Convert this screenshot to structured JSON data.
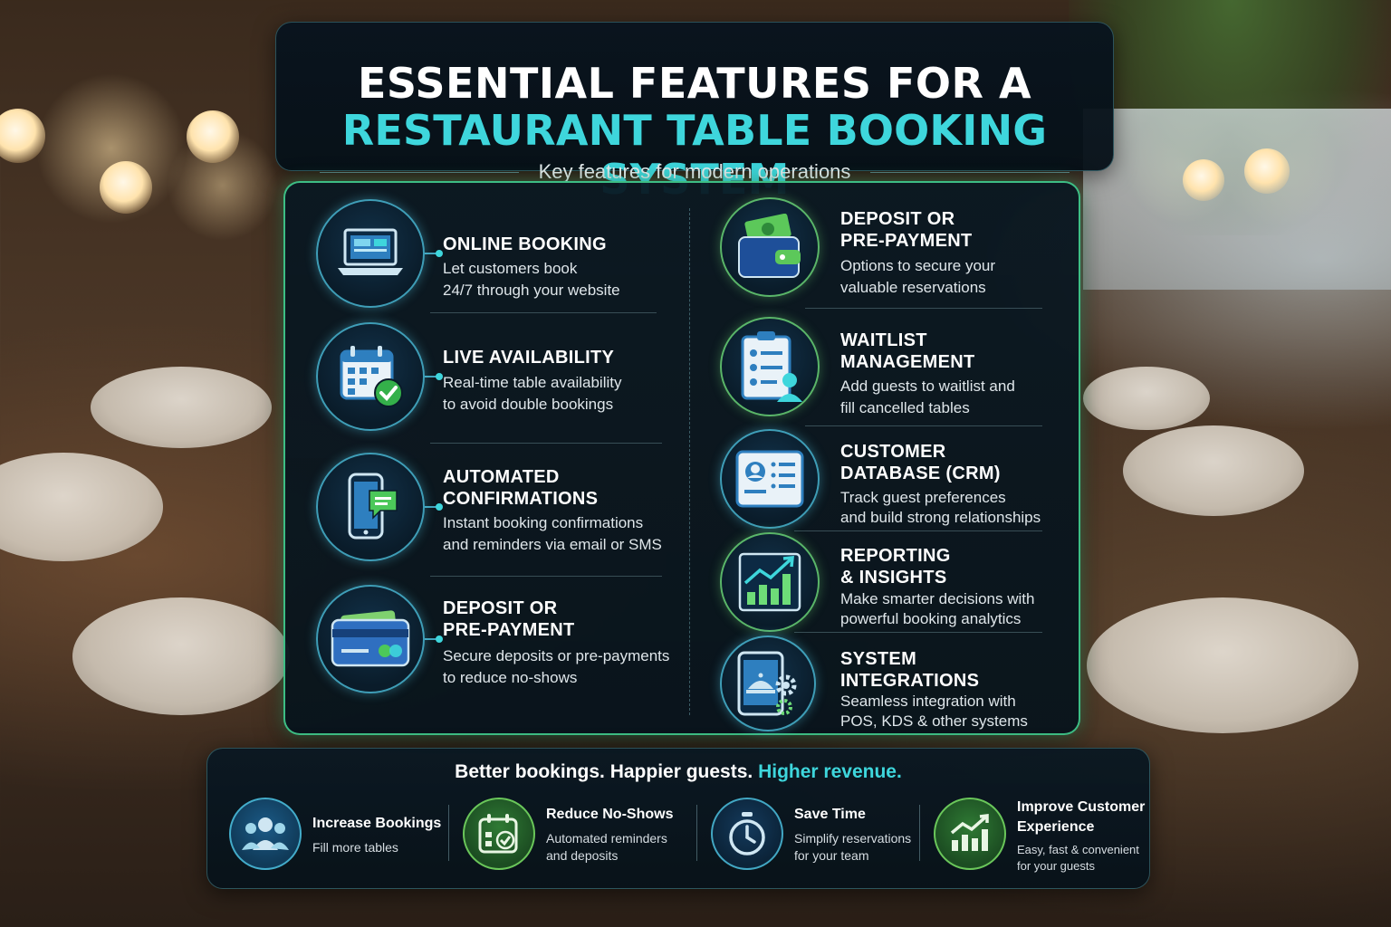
{
  "title": {
    "line1": "ESSENTIAL FEATURES FOR A",
    "line2": "RESTAURANT TABLE BOOKING SYSTEM",
    "subtitle": "Key features for modern operations"
  },
  "colors": {
    "accent": "#3ed6dc",
    "panel_border": "#46dc96",
    "green": "#6edc78"
  },
  "features_left": [
    {
      "icon": "laptop-icon",
      "title_lines": [
        "ONLINE BOOKING"
      ],
      "desc_lines": [
        "Let customers book",
        "24/7 through your website"
      ]
    },
    {
      "icon": "calendar-check-icon",
      "title_lines": [
        "LIVE AVAILABILITY"
      ],
      "desc_lines": [
        "Real-time table availability",
        "to avoid double bookings"
      ]
    },
    {
      "icon": "phone-message-icon",
      "title_lines": [
        "AUTOMATED",
        "CONFIRMATIONS"
      ],
      "desc_lines": [
        "Instant booking confirmations",
        "and reminders via email or SMS"
      ]
    },
    {
      "icon": "credit-card-icon",
      "title_lines": [
        "DEPOSIT OR",
        "PRE-PAYMENT"
      ],
      "desc_lines": [
        "Secure deposits or pre-payments",
        "to reduce no-shows"
      ]
    }
  ],
  "features_right": [
    {
      "icon": "wallet-cash-icon",
      "title_lines": [
        "DEPOSIT OR",
        "PRE-PAYMENT"
      ],
      "desc_lines": [
        "Options to secure your",
        "valuable reservations"
      ]
    },
    {
      "icon": "clipboard-waitlist-icon",
      "title_lines": [
        "WAITLIST",
        "MANAGEMENT"
      ],
      "desc_lines": [
        "Add guests to waitlist and",
        "fill cancelled tables"
      ]
    },
    {
      "icon": "customer-profile-icon",
      "title_lines": [
        "CUSTOMER",
        "DATABASE (CRM)"
      ],
      "desc_lines": [
        "Track guest preferences",
        "and build strong relationships"
      ]
    },
    {
      "icon": "growth-chart-icon",
      "title_lines": [
        "REPORTING",
        "& INSIGHTS"
      ],
      "desc_lines": [
        "Make smarter decisions with",
        "powerful booking analytics"
      ]
    },
    {
      "icon": "tablet-integration-icon",
      "title_lines": [
        "SYSTEM",
        "INTEGRATIONS"
      ],
      "desc_lines": [
        "Seamless integration with",
        "POS, KDS & other systems"
      ]
    }
  ],
  "tagline": {
    "part1": "Better bookings. Happier guests.",
    "part2": "Higher revenue."
  },
  "benefits": [
    {
      "icon": "people-icon",
      "title": "Increase Bookings",
      "desc_lines": [
        "Fill more tables"
      ]
    },
    {
      "icon": "calendar-check-icon",
      "title": "Reduce No-Shows",
      "desc_lines": [
        "Automated reminders",
        "and deposits"
      ]
    },
    {
      "icon": "stopwatch-icon",
      "title": "Save Time",
      "desc_lines": [
        "Simplify reservations",
        "for your team"
      ]
    },
    {
      "icon": "growth-chart-icon",
      "title_lines": [
        "Improve Customer",
        "Experience"
      ],
      "desc_lines": [
        "Easy, fast & convenient",
        "for your guests"
      ]
    }
  ]
}
